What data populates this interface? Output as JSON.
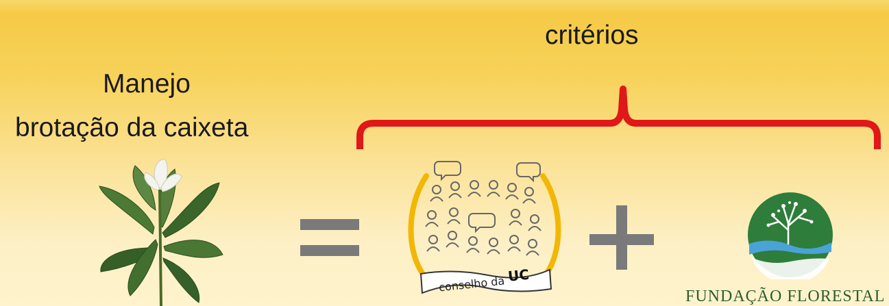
{
  "header": {
    "criteria_label": "critérios"
  },
  "left": {
    "title_line1": "Manejo",
    "title_line2": "brotação da caixeta"
  },
  "equation": {
    "equals_symbol": "=",
    "plus_symbol": "+"
  },
  "council": {
    "banner_text": "conselho da",
    "banner_emphasis": "UC"
  },
  "foundation": {
    "name": "FUNDAÇÃO FLORESTAL"
  },
  "colors": {
    "bracket": "#e01818",
    "symbols": "#7a7a7a",
    "council_arc": "#f2b705",
    "foundation_green": "#2e7d3a",
    "foundation_water": "#4aa3d6"
  },
  "icons": [
    "plant-icon",
    "council-icon",
    "foundation-logo-icon"
  ]
}
